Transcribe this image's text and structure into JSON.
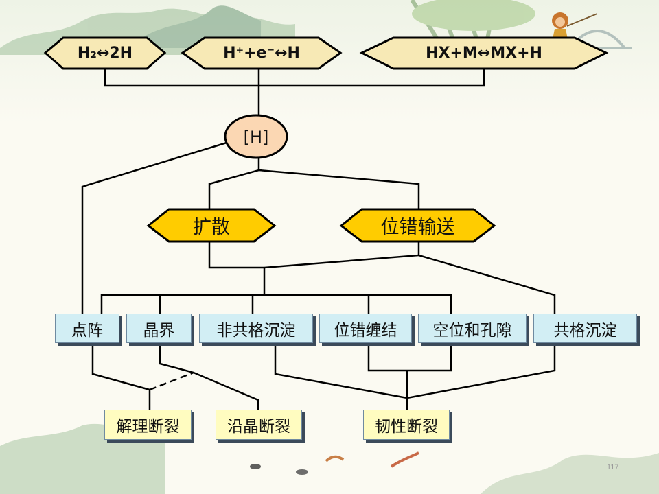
{
  "top_nodes": {
    "h2": "H₂↔2H",
    "hplus": "H⁺+e⁻↔H",
    "hx": "HX+M↔MX+H"
  },
  "center_node": "[H]",
  "mid_nodes": {
    "diffusion": "扩散",
    "dislocation_transport": "位错输送"
  },
  "blue_nodes": [
    "点阵",
    "晶界",
    "非共格沉淀",
    "位错缠结",
    "空位和孔隙",
    "共格沉淀"
  ],
  "yellow_nodes": [
    "解理断裂",
    "沿晶断裂",
    "韧性断裂"
  ],
  "page_number": "117",
  "colors": {
    "hex_top": "#f7e9b5",
    "hex_mid": "#ffcc00",
    "circle": "#fbd7b3",
    "blue_box": "#d2eef4",
    "yellow_box": "#fffcc0"
  }
}
